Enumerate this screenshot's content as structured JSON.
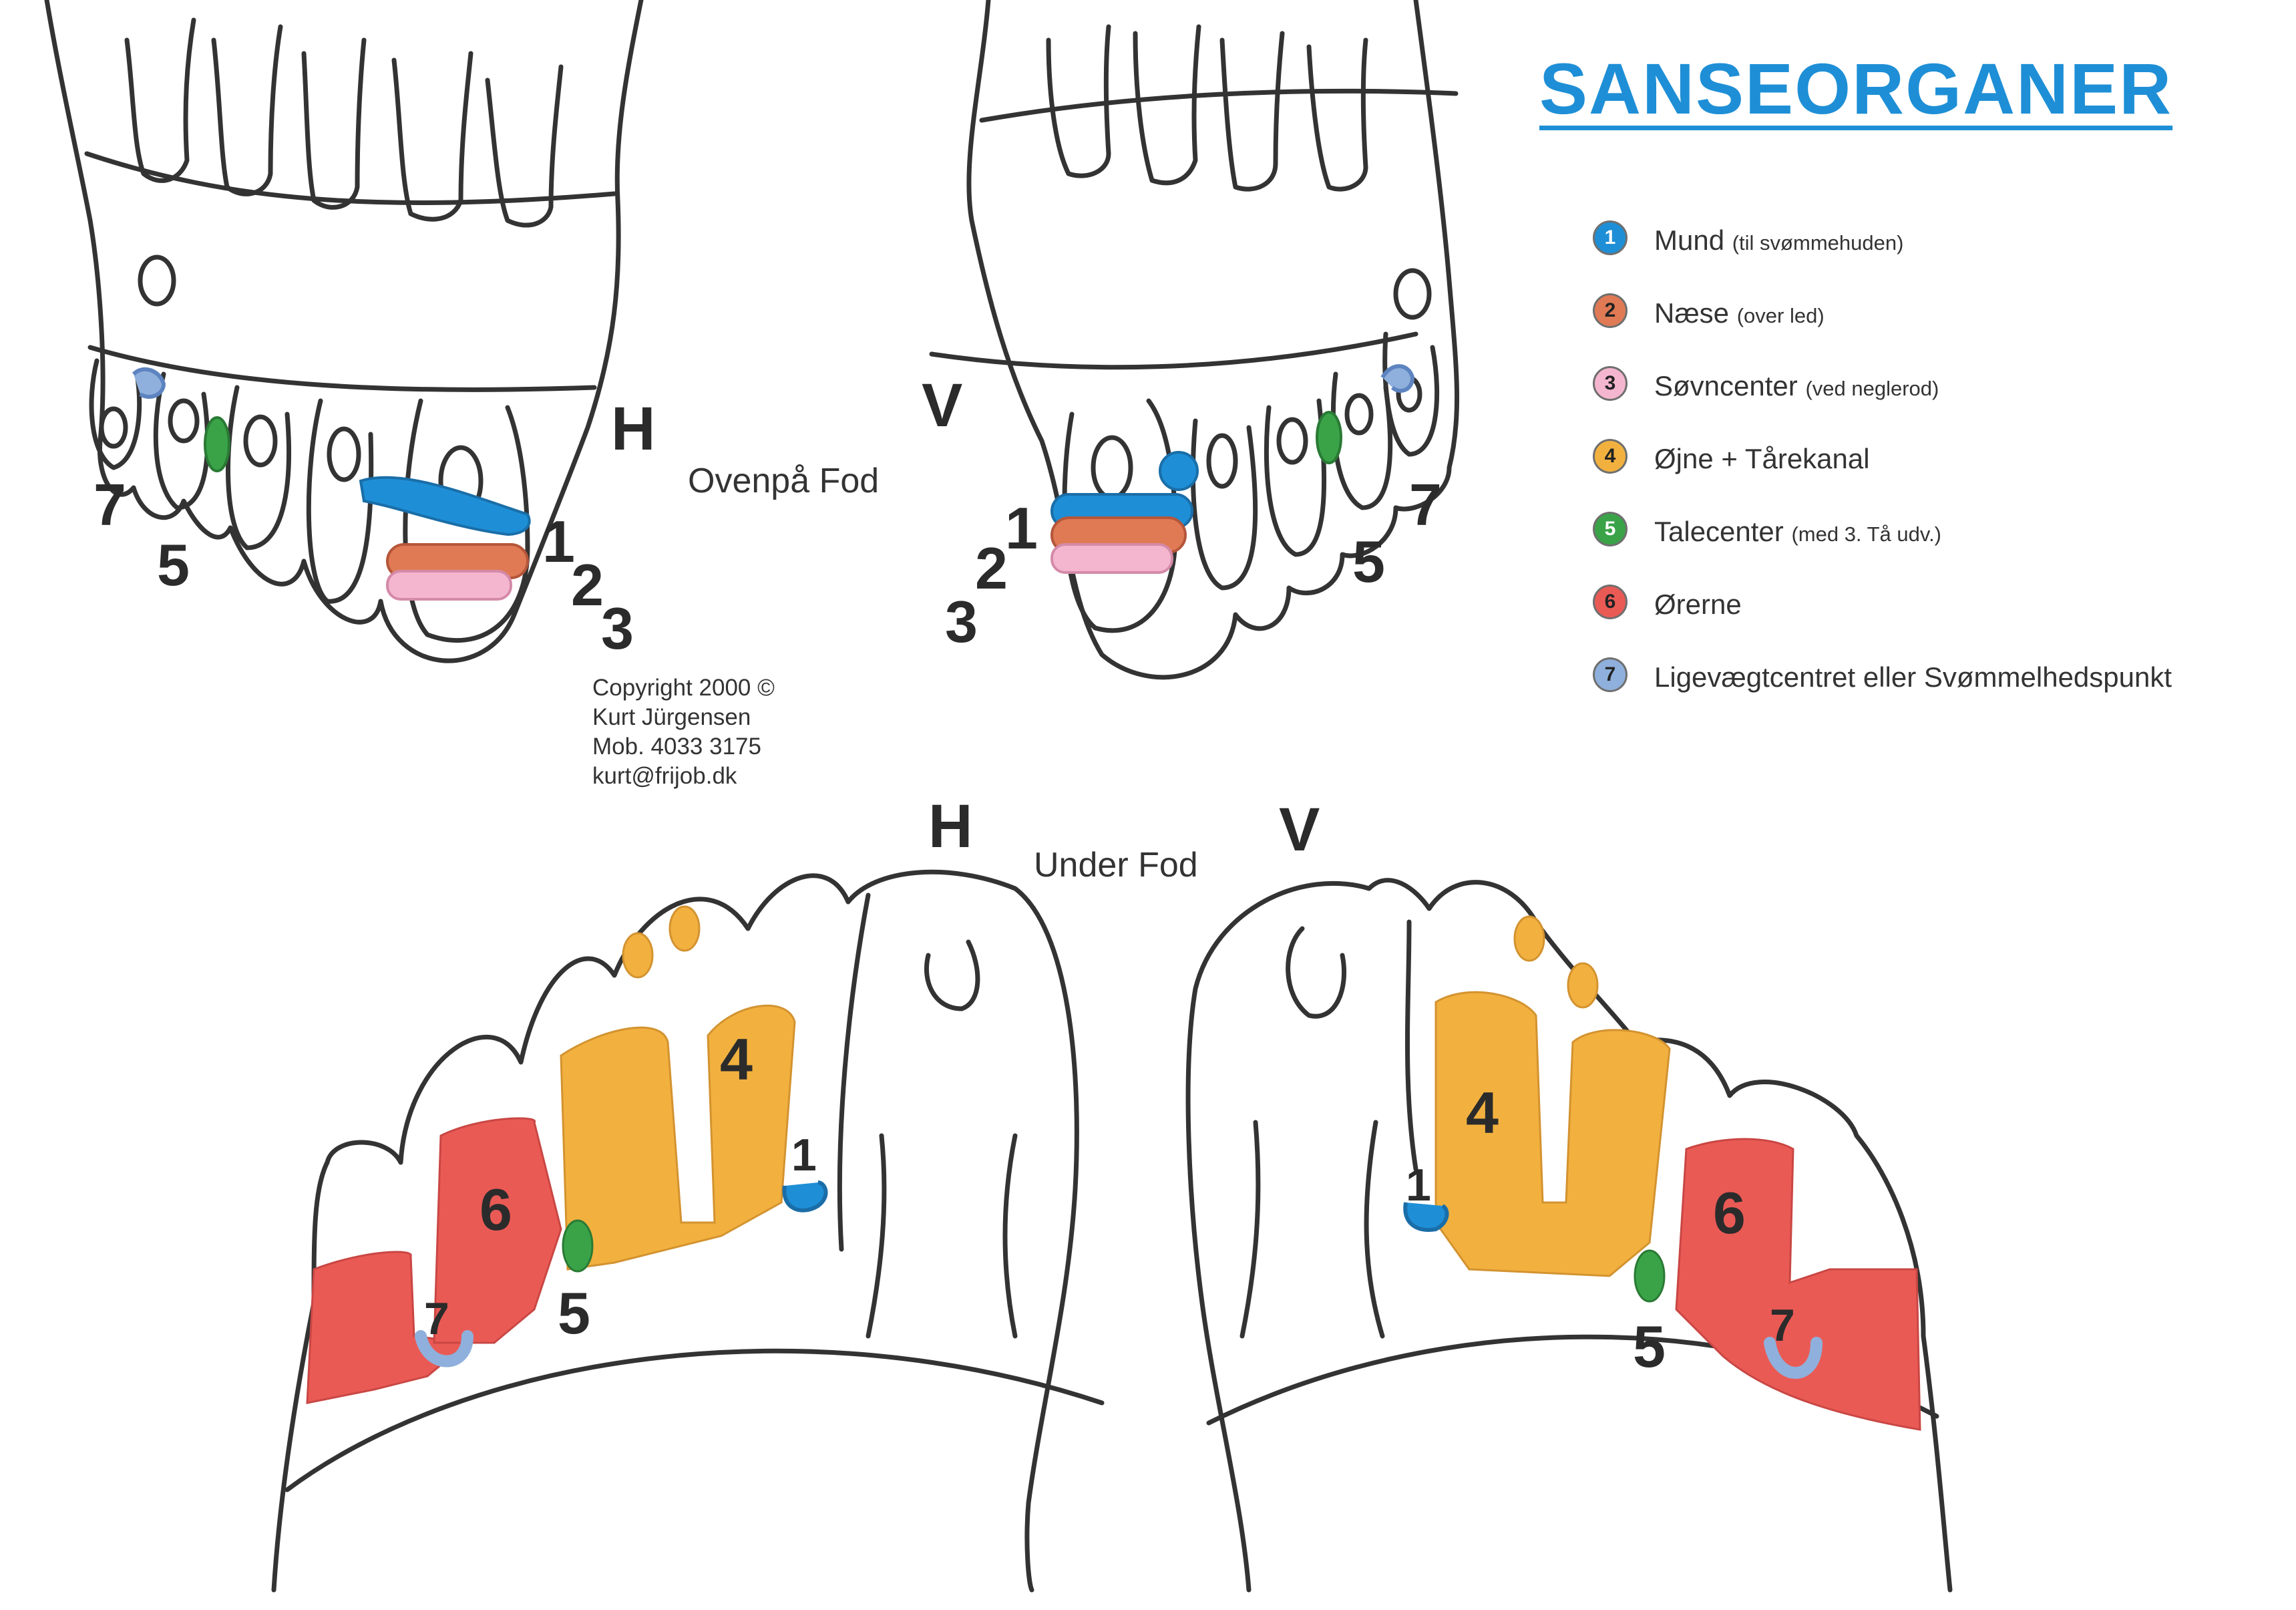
{
  "title": "SANSEORGANER",
  "legend": [
    {
      "number": "1",
      "label": "Mund",
      "note": "(til svømmehuden)",
      "color": "#1e8fd6"
    },
    {
      "number": "2",
      "label": "Næse",
      "note": "(over led)",
      "color": "#e07a55"
    },
    {
      "number": "3",
      "label": "Søvncenter",
      "note": "(ved neglerod)",
      "color": "#f4b6cf"
    },
    {
      "number": "4",
      "label": "Øjne + Tårekanal",
      "note": "",
      "color": "#f2b13f"
    },
    {
      "number": "5",
      "label": "Talecenter",
      "note": "(med 3. Tå udv.)",
      "color": "#3aa348"
    },
    {
      "number": "6",
      "label": "Ørerne",
      "note": "",
      "color": "#ea5a55"
    },
    {
      "number": "7",
      "label": "Ligevægtcentret eller Svømmelhedspunkt",
      "note": "",
      "color": "#8fb0dc"
    }
  ],
  "top_section": {
    "label": "Ovenpå Fod",
    "right_foot_letter": "H",
    "left_foot_letter": "V",
    "right_foot_numbers": [
      "1",
      "2",
      "3",
      "5",
      "7"
    ],
    "left_foot_numbers": [
      "1",
      "2",
      "3",
      "5",
      "7"
    ]
  },
  "bottom_section": {
    "label": "Under Fod",
    "right_foot_letter": "H",
    "left_foot_letter": "V",
    "right_foot_numbers": [
      "4",
      "1",
      "6",
      "5",
      "7"
    ],
    "left_foot_numbers": [
      "4",
      "1",
      "6",
      "5",
      "7"
    ]
  },
  "copyright": [
    "Copyright 2000 ©",
    "Kurt Jürgensen",
    "Mob. 4033 3175",
    "kurt@frijob.dk"
  ]
}
